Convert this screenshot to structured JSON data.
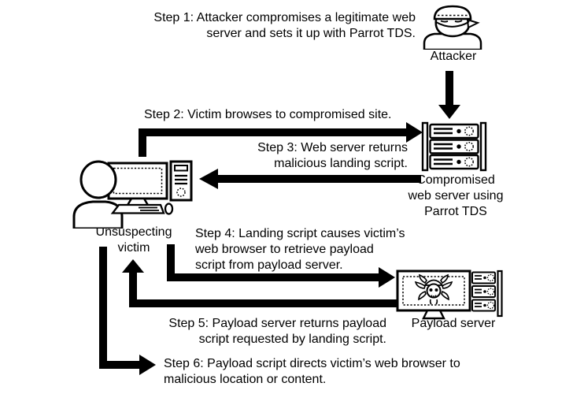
{
  "diagram": {
    "steps": {
      "step1": "Step 1: Attacker compromises a legitimate web\nserver and sets it up with Parrot TDS.",
      "step2": "Step 2: Victim browses to compromised site.",
      "step3": "Step 3: Web server returns\nmalicious landing script.",
      "step4": "Step 4: Landing script causes victim’s\nweb browser to retrieve payload\nscript from payload server.",
      "step5": "Step 5: Payload server returns payload\nscript requested by landing script.",
      "step6": "Step 6: Payload script directs victim’s web browser to\nmalicious location or content.",
      "step6_full": "Step 6: Payload script directs victim’s web browser to malicious location or content."
    },
    "labels": {
      "attacker": "Attacker",
      "compromised_server": "Compromised\nweb server using\nParrot TDS",
      "victim": "Unsuspecting\nvictim",
      "payload_server": "Payload server"
    },
    "icons": {
      "attacker": "masked-attacker-person-icon",
      "compromised_server": "rack-server-icon",
      "victim": "person-at-desktop-computer-icon",
      "payload_server": "monitor-with-malware-skull-and-rack-icon",
      "arrow_style": "thick-black-elbow-arrows"
    },
    "colors": {
      "ink": "#000000",
      "background": "#ffffff"
    }
  }
}
